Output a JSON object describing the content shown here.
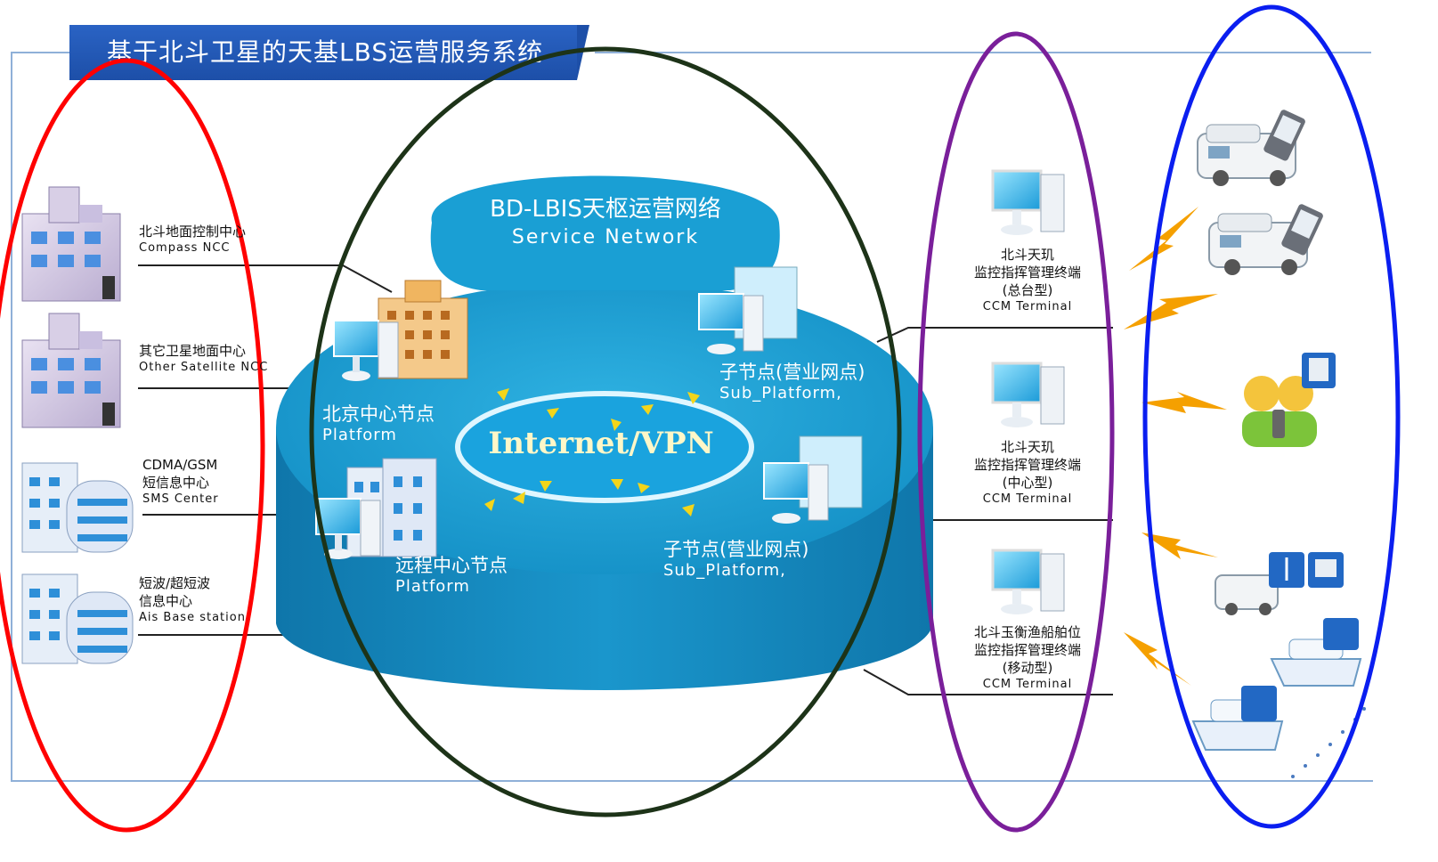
{
  "title": "基于北斗卫星的天基LBS运营服务系统",
  "network": {
    "title_cn": "BD-LBIS天枢运营网络",
    "title_en": "Service Network",
    "vpn": "Internet/VPN",
    "nodes": [
      {
        "cn": "北京中心节点",
        "en": "Platform"
      },
      {
        "cn": "远程中心节点",
        "en": "Platform"
      },
      {
        "cn": "子节点(营业网点)",
        "en": "Sub_Platform,"
      },
      {
        "cn": "子节点(营业网点)",
        "en": "Sub_Platform,"
      }
    ]
  },
  "ground_centers": [
    {
      "lines": [
        "北斗地面控制中心",
        "Compass NCC"
      ]
    },
    {
      "lines": [
        "其它卫星地面中心",
        "Other Satellite NCC"
      ]
    },
    {
      "lines": [
        "CDMA/GSM",
        "短信息中心",
        "SMS Center"
      ]
    },
    {
      "lines": [
        "短波/超短波",
        "信息中心",
        "Ais Base station"
      ]
    }
  ],
  "terminals": [
    {
      "lines": [
        "北斗天玑",
        "监控指挥管理终端",
        "(总台型)",
        "CCM Terminal"
      ]
    },
    {
      "lines": [
        "北斗天玑",
        "监控指挥管理终端",
        "(中心型)",
        "CCM Terminal"
      ]
    },
    {
      "lines": [
        "北斗玉衡渔船舶位",
        "监控指挥管理终端",
        "(移动型)",
        "CCM Terminal"
      ]
    }
  ],
  "colors": {
    "title_bar": "#1d4fa8",
    "platform": "#1590c8",
    "ellipse_left": "#ff0000",
    "ellipse_center": "#1d3318",
    "ellipse_terminals": "#7a1f9a",
    "ellipse_devices": "#0a1ef0",
    "lightning": "#f5a000"
  },
  "icons": [
    "office-building-icon",
    "apartment-building-icon",
    "computer-server-icon",
    "hotel-building-icon",
    "rv-camper-icon",
    "handheld-device-icon",
    "person-icon",
    "ship-icon",
    "lightning-bolt-icon"
  ]
}
